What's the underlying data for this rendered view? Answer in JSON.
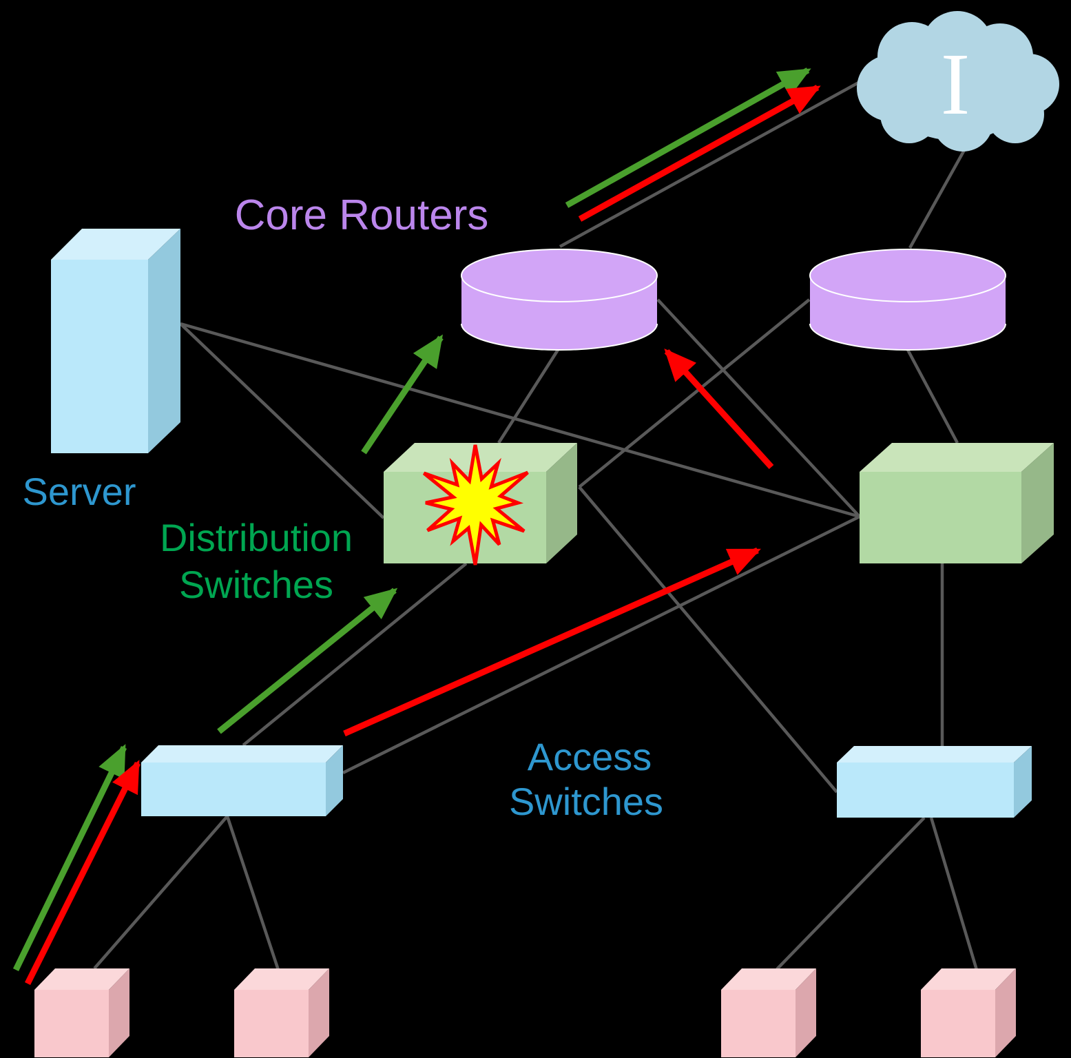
{
  "diagram": {
    "labels": {
      "core_routers": "Core Routers",
      "server": "Server",
      "distribution_line1": "Distribution",
      "distribution_line2": "Switches",
      "access_line1": "Access",
      "access_line2": "Switches",
      "internet_letter": "I"
    },
    "colors": {
      "background": "#000000",
      "core-label": "#bb86ec",
      "server-label": "#2e97cf",
      "distribution-label": "#00a651",
      "access-label": "#2e97cf",
      "cloud-fill": "#b2d6e4",
      "cloud-text": "#ffffff",
      "router-fill": "#d2a5f7",
      "router-stroke": "#ffffff",
      "switch-green-front": "#b2d9a4",
      "switch-green-top": "#c9e4ba",
      "switch-green-side": "#96b889",
      "box-blue-front": "#bae8fa",
      "box-blue-top": "#d3f0fc",
      "box-blue-side": "#93c9de",
      "cube-pink-front": "#f9c8cc",
      "cube-pink-top": "#fbd8da",
      "cube-pink-side": "#dca7ad",
      "link-gray": "#595959",
      "arrow-green": "#4aa02d",
      "arrow-red": "#fe0000",
      "burst-fill": "#ffff00",
      "burst-stroke": "#fe0000"
    },
    "nodes": [
      {
        "id": "internet-cloud",
        "type": "cloud"
      },
      {
        "id": "core-router-1",
        "type": "router-cylinder"
      },
      {
        "id": "core-router-2",
        "type": "router-cylinder"
      },
      {
        "id": "server",
        "type": "server-box"
      },
      {
        "id": "distribution-switch-1",
        "type": "switch-box",
        "status": "failed"
      },
      {
        "id": "distribution-switch-2",
        "type": "switch-box"
      },
      {
        "id": "access-switch-1",
        "type": "switch-box"
      },
      {
        "id": "access-switch-2",
        "type": "switch-box"
      },
      {
        "id": "host-1",
        "type": "host-cube"
      },
      {
        "id": "host-2",
        "type": "host-cube"
      },
      {
        "id": "host-3",
        "type": "host-cube"
      },
      {
        "id": "host-4",
        "type": "host-cube"
      }
    ],
    "links": [
      [
        "internet-cloud",
        "core-router-1"
      ],
      [
        "internet-cloud",
        "core-router-2"
      ],
      [
        "core-router-1",
        "distribution-switch-1"
      ],
      [
        "core-router-1",
        "distribution-switch-2"
      ],
      [
        "core-router-2",
        "distribution-switch-1"
      ],
      [
        "core-router-2",
        "distribution-switch-2"
      ],
      [
        "server",
        "distribution-switch-1"
      ],
      [
        "server",
        "distribution-switch-2"
      ],
      [
        "distribution-switch-1",
        "access-switch-1"
      ],
      [
        "distribution-switch-1",
        "access-switch-2"
      ],
      [
        "distribution-switch-2",
        "access-switch-1"
      ],
      [
        "distribution-switch-2",
        "access-switch-2"
      ],
      [
        "access-switch-1",
        "host-1"
      ],
      [
        "access-switch-1",
        "host-2"
      ],
      [
        "access-switch-2",
        "host-3"
      ],
      [
        "access-switch-2",
        "host-4"
      ]
    ],
    "flow_arrows": [
      {
        "color": "green",
        "from": "host-1",
        "to": "access-switch-1"
      },
      {
        "color": "green",
        "from": "access-switch-1",
        "to": "distribution-switch-1"
      },
      {
        "color": "green",
        "from": "distribution-switch-1",
        "to": "core-router-1"
      },
      {
        "color": "green",
        "from": "core-router-1",
        "to": "internet-cloud"
      },
      {
        "color": "red",
        "from": "host-1",
        "to": "access-switch-1"
      },
      {
        "color": "red",
        "from": "access-switch-1",
        "to": "distribution-switch-2"
      },
      {
        "color": "red",
        "from": "distribution-switch-2",
        "to": "core-router-1"
      },
      {
        "color": "red",
        "from": "core-router-1",
        "to": "internet-cloud"
      }
    ]
  }
}
